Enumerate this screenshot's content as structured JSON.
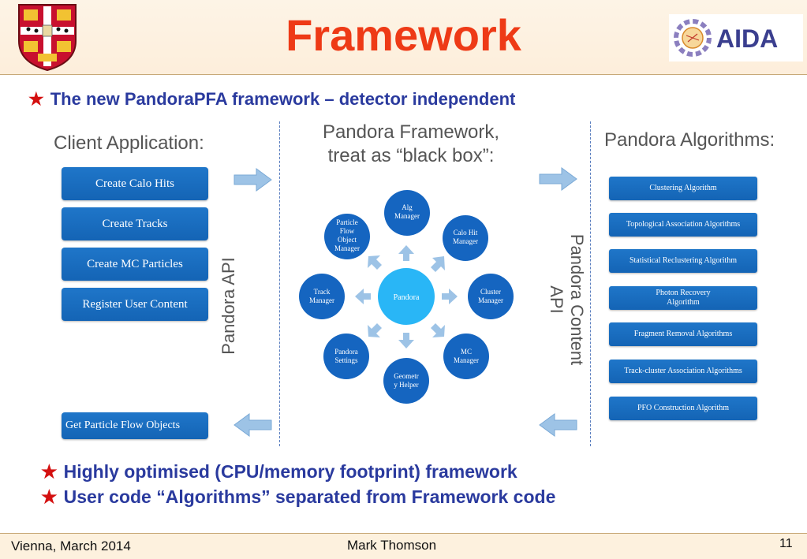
{
  "slide": {
    "title": "Framework",
    "bullet_top": "The new PandoraPFA framework – detector independent",
    "bullets_bottom": [
      "Highly optimised (CPU/memory footprint) framework",
      "User code “Algorithms” separated from Framework code"
    ]
  },
  "logos": {
    "aida_text": "AIDA"
  },
  "columns": {
    "client_heading": "Client Application:",
    "framework_heading_lines": [
      "Pandora  Framework,",
      "treat as “black box”:"
    ],
    "algorithms_heading": "Pandora Algorithms:",
    "api_left": "Pandora API",
    "api_right_lines": [
      "Pandora Content",
      "API"
    ]
  },
  "client_buttons": [
    "Create Calo Hits",
    "Create Tracks",
    "Create MC Particles",
    "Register User Content"
  ],
  "client_output_button": "Get Particle Flow Objects",
  "algorithm_buttons": [
    [
      "Clustering Algorithm"
    ],
    [
      "Topological Association Algorithms"
    ],
    [
      "Statistical Reclustering Algorithm"
    ],
    [
      "Photon Recovery",
      "Algorithm"
    ],
    [
      "Fragment Removal Algorithms"
    ],
    [
      "Track-cluster Association Algorithms"
    ],
    [
      "PFO Construction Algorithm"
    ]
  ],
  "framework_diagram": {
    "center": "Pandora",
    "managers": [
      [
        "Alg",
        "Manager"
      ],
      [
        "Calo Hit",
        "Manager"
      ],
      [
        "Cluster",
        "Manager"
      ],
      [
        "MC",
        "Manager"
      ],
      [
        "Geometr",
        "y Helper"
      ],
      [
        "Pandora",
        "Settings"
      ],
      [
        "Track",
        "Manager"
      ],
      [
        "Particle",
        "Flow",
        "Object",
        "Manager"
      ]
    ]
  },
  "footer": {
    "left": "Vienna, March 2014",
    "center": "Mark Thomson",
    "page": "11"
  },
  "colors": {
    "title": "#ee3a16",
    "bullet_text": "#2a3a9e",
    "star": "#d41010",
    "button_blue": "#1a6cbf",
    "circle_blue": "#1565c0",
    "center_circle": "#29b6f6",
    "arrow_fill": "#9dc3e6"
  }
}
